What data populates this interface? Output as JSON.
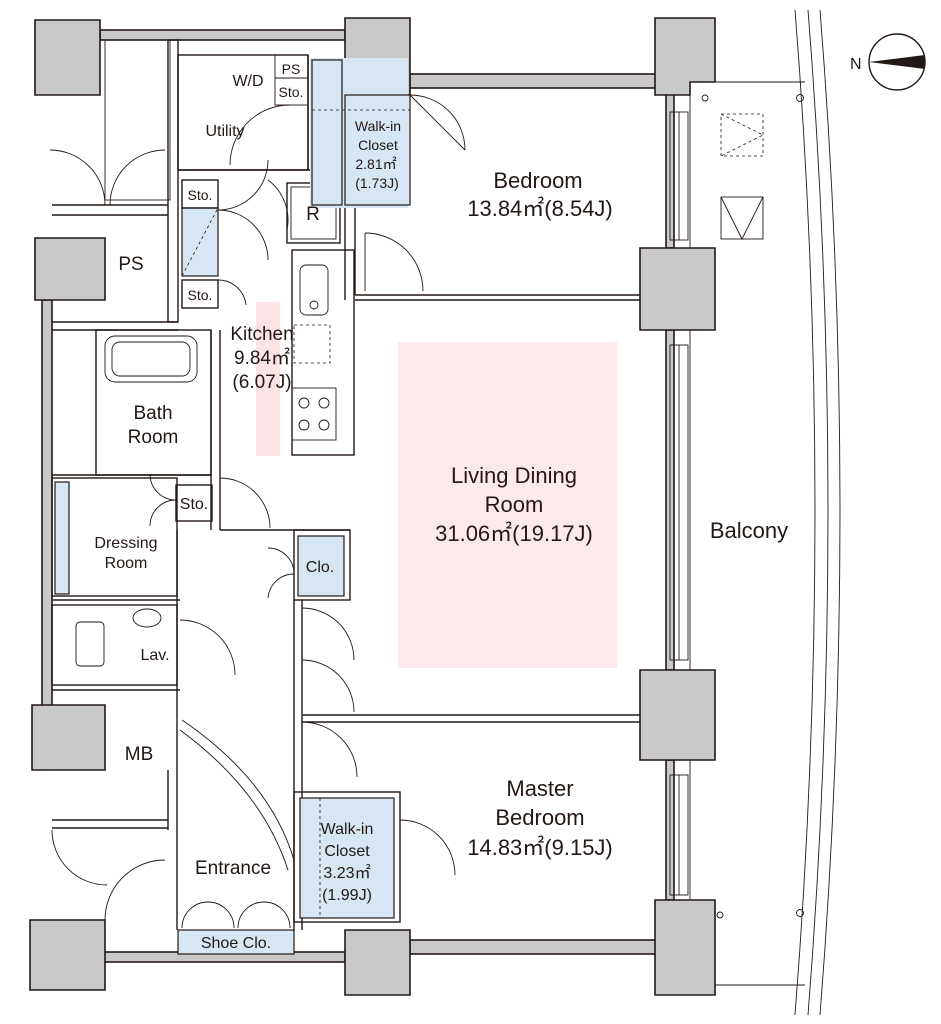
{
  "compass": {
    "north_label": "N"
  },
  "rooms": {
    "bedroom": {
      "name": "Bedroom",
      "area": "13.84㎡(8.54J)"
    },
    "walkin_closet_1": {
      "line1": "Walk-in",
      "line2": "Closet",
      "area": "2.81㎡",
      "jo": "(1.73J)"
    },
    "kitchen": {
      "name": "Kitchen",
      "area": "9.84㎡",
      "jo": "(6.07J)"
    },
    "living": {
      "line1": "Living Dining",
      "line2": "Room",
      "area": "31.06㎡(19.17J)"
    },
    "balcony": {
      "name": "Balcony"
    },
    "bath": {
      "line1": "Bath",
      "line2": "Room"
    },
    "dressing": {
      "line1": "Dressing",
      "line2": "Room"
    },
    "lav": {
      "name": "Lav."
    },
    "utility": {
      "name": "Utility"
    },
    "wd": {
      "name": "W/D"
    },
    "ps_small": {
      "name": "PS"
    },
    "sto_small": {
      "name": "Sto."
    },
    "ps": {
      "name": "PS"
    },
    "mb": {
      "name": "MB"
    },
    "fridge": {
      "name": "R"
    },
    "sto_a": {
      "name": "Sto."
    },
    "sto_b": {
      "name": "Sto."
    },
    "sto_c": {
      "name": "Sto."
    },
    "clo": {
      "name": "Clo."
    },
    "master": {
      "line1": "Master",
      "line2": "Bedroom",
      "area": "14.83㎡(9.15J)"
    },
    "walkin_closet_2": {
      "line1": "Walk-in",
      "line2": "Closet",
      "area": "3.23㎡",
      "jo": "(1.99J)"
    },
    "entrance": {
      "name": "Entrance"
    },
    "shoe_clo": {
      "name": "Shoe Clo."
    }
  },
  "colors": {
    "closet_fill": "#d6e6f2",
    "living_highlight": "#fbe9ec",
    "kitchen_highlight": "#fbe3e6",
    "wall_fill": "#c9c9c9",
    "ink": "#231815"
  }
}
